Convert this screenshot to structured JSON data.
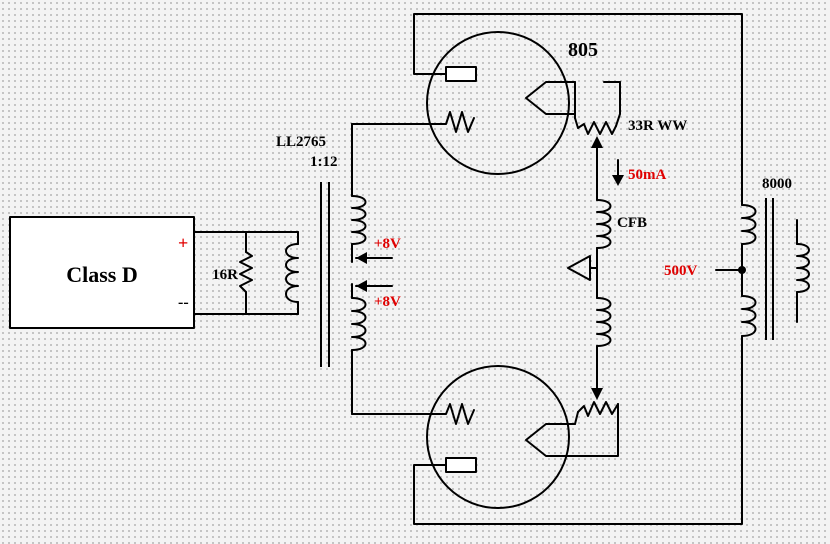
{
  "labels": {
    "amp": "Class D",
    "amp_plus": "+",
    "amp_minus": "--",
    "resistor_16r": "16R",
    "input_transformer_name": "LL2765",
    "input_transformer_ratio": "1:12",
    "bias_top": "+8V",
    "bias_bottom": "+8V",
    "tube": "805",
    "filament_resistor": "33R WW",
    "current": "50mA",
    "cfb": "CFB",
    "b_plus": "500V",
    "output_transformer": "8000"
  },
  "colors": {
    "wire": "#000000",
    "annotation": "#e00000",
    "background": "#f3f3f3",
    "grid_dot": "#9a9a9a"
  }
}
